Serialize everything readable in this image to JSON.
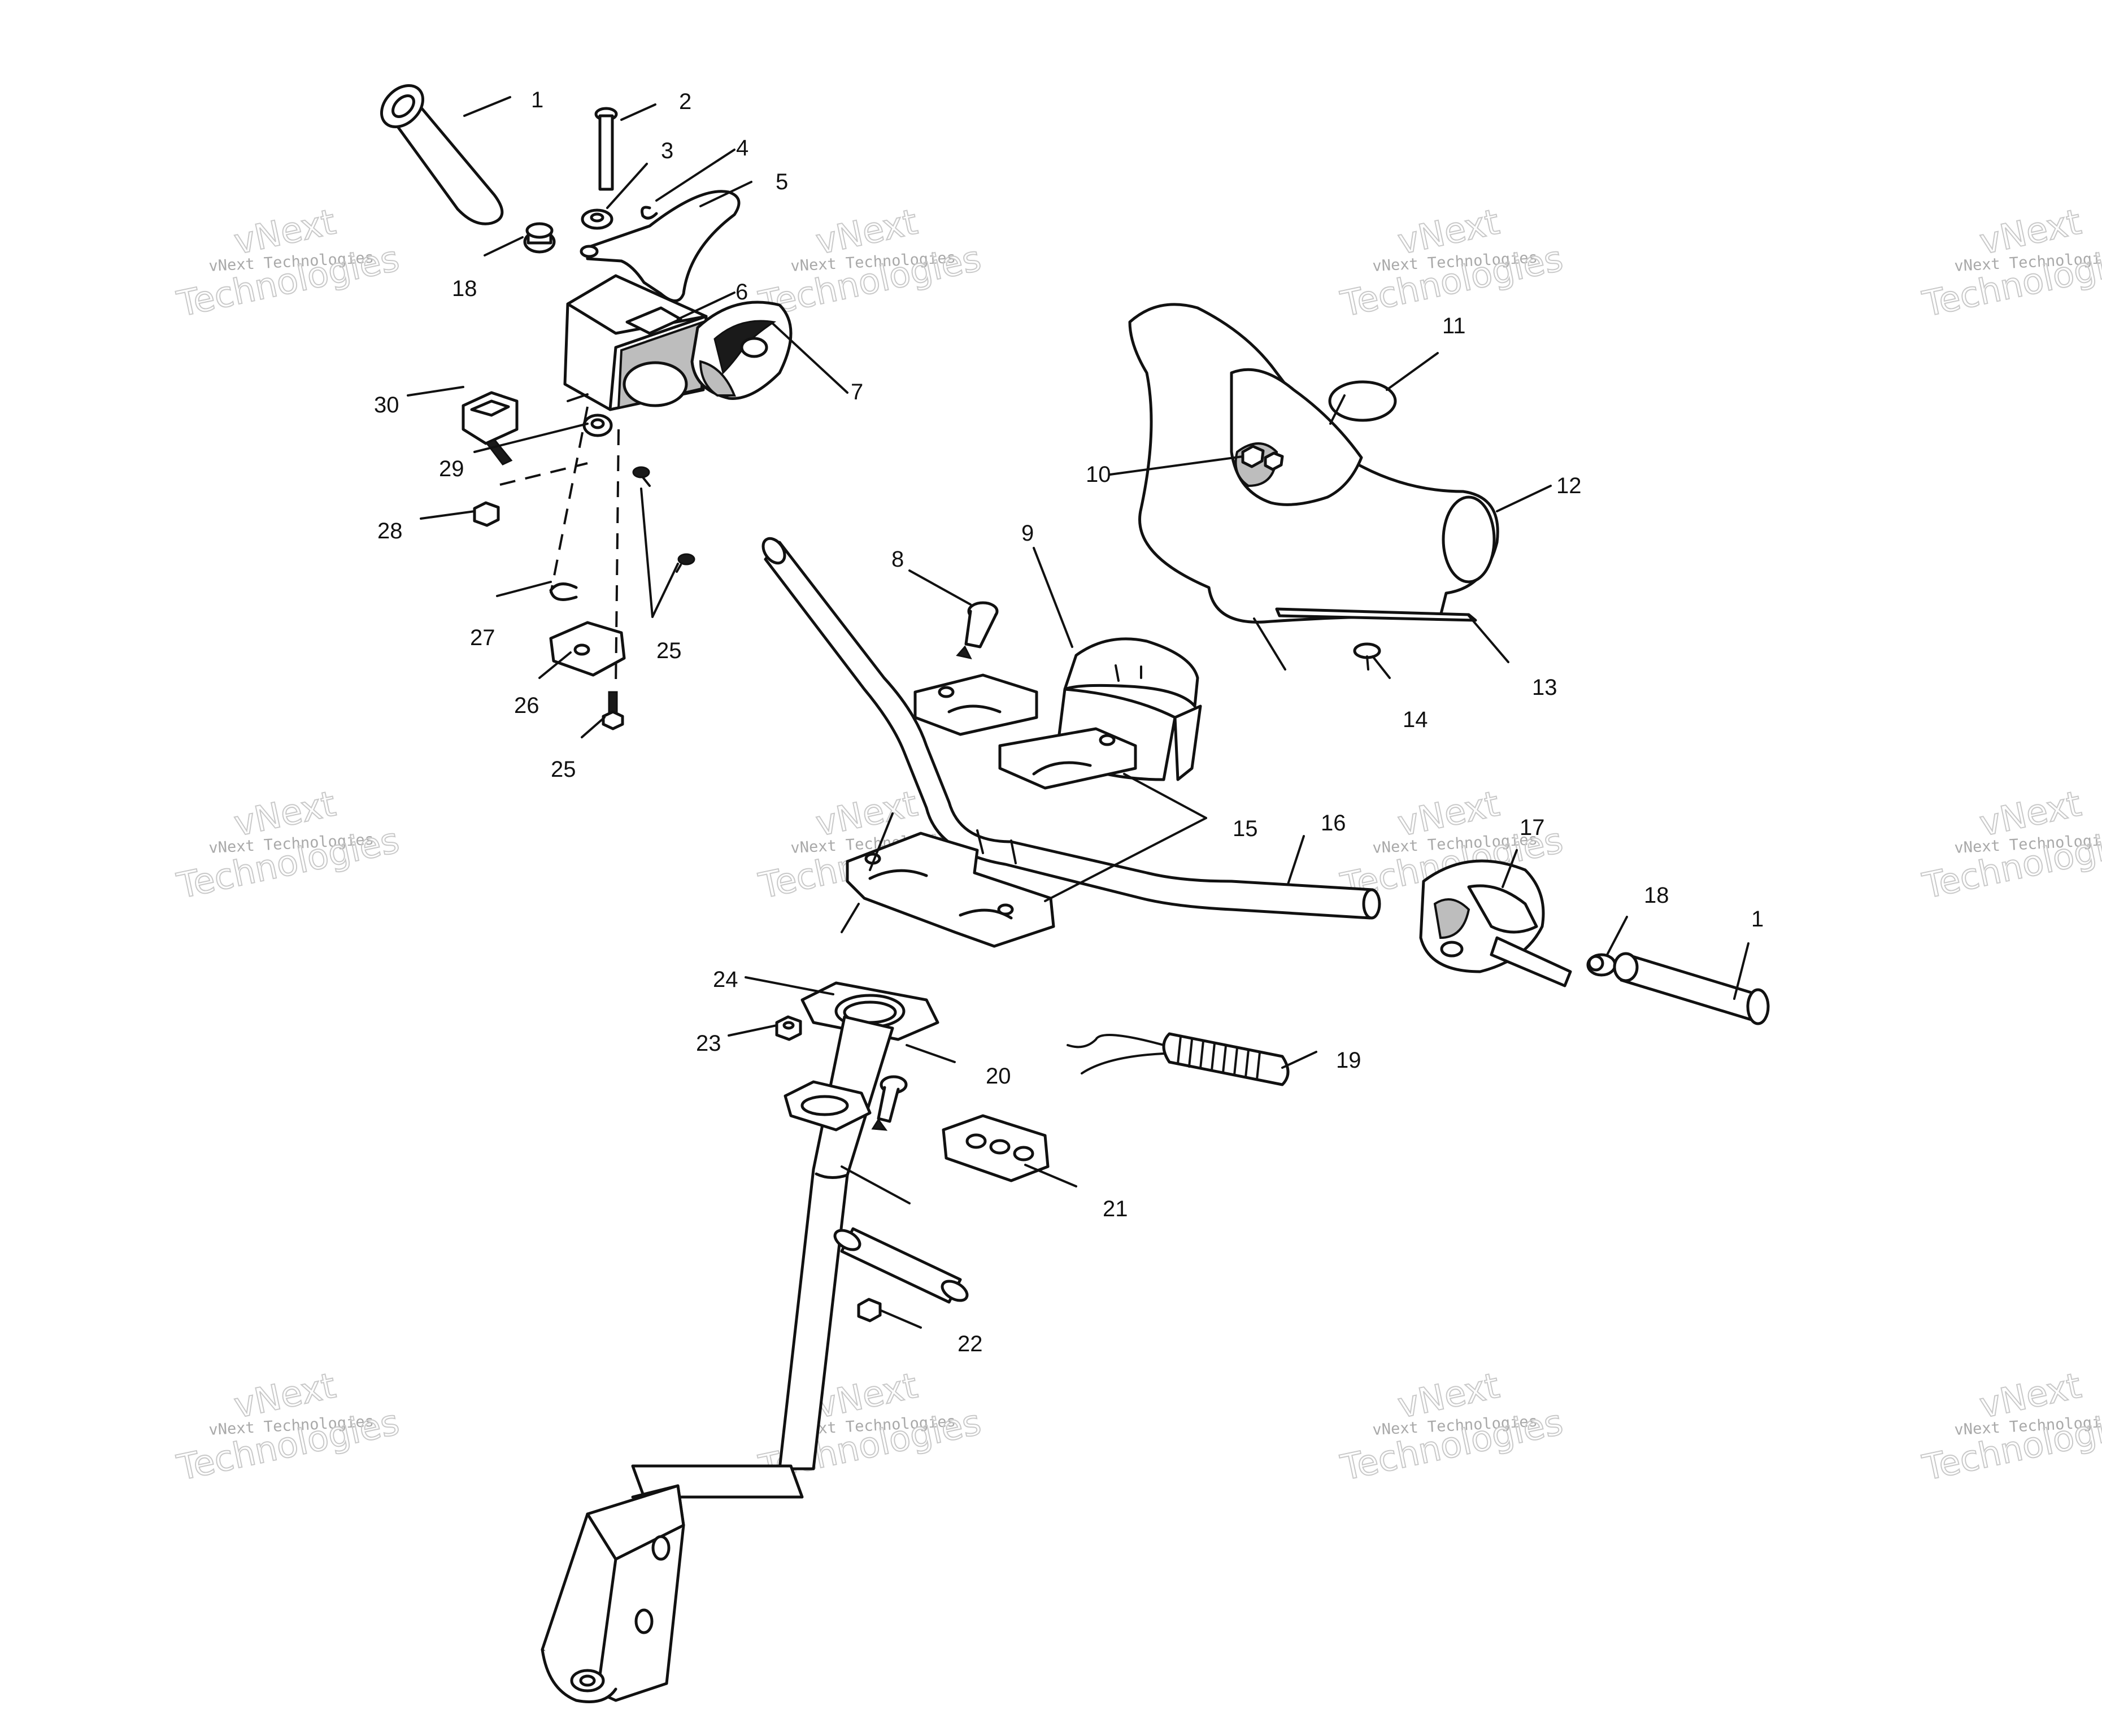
{
  "callouts": [
    "1",
    "2",
    "3",
    "4",
    "5",
    "6",
    "7",
    "8",
    "9",
    "10",
    "11",
    "12",
    "13",
    "14",
    "15",
    "16",
    "17",
    "18",
    "19",
    "20",
    "21",
    "22",
    "23",
    "24",
    "25",
    "26",
    "27",
    "28",
    "29",
    "30"
  ],
  "watermark": {
    "line1": "vNext",
    "line2": "vNext Technologies",
    "line3": "Technologies"
  }
}
